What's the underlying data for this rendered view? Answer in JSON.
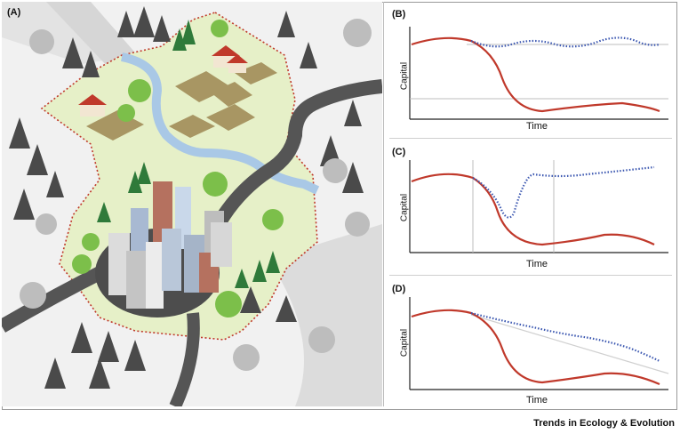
{
  "panels": {
    "a": {
      "label": "(A)"
    },
    "b": {
      "label": "(B)",
      "ylabel": "Capital",
      "xlabel": "Time"
    },
    "c": {
      "label": "(C)",
      "ylabel": "Capital",
      "xlabel": "Time"
    },
    "d": {
      "label": "(D)",
      "ylabel": "Capital",
      "xlabel": "Time"
    }
  },
  "footer": {
    "journal": "Trends in Ecology & Evolution"
  },
  "colors": {
    "decline_line": "#c0392b",
    "recovery_line": "#3a56b0",
    "reference_line": "#bdbdbd",
    "zone_fill": "#e6f0c8",
    "zone_border": "#c0392b"
  }
}
